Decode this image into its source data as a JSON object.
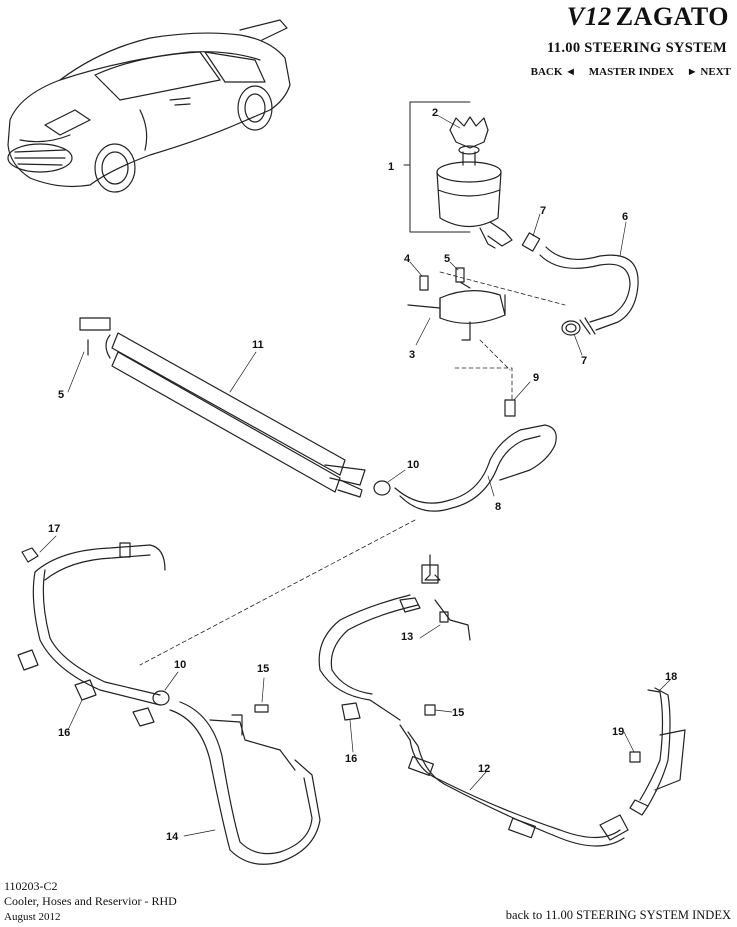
{
  "header": {
    "logo_prefix": "V12",
    "logo_text": "ZAGATO",
    "system_title": "11.00 STEERING SYSTEM",
    "nav": {
      "back": "BACK ◄",
      "master_index": "MASTER INDEX",
      "next": "► NEXT"
    }
  },
  "callouts": [
    {
      "id": "c1",
      "label": "1"
    },
    {
      "id": "c2",
      "label": "2"
    },
    {
      "id": "c3",
      "label": "3"
    },
    {
      "id": "c4",
      "label": "4"
    },
    {
      "id": "c5a",
      "label": "5"
    },
    {
      "id": "c5b",
      "label": "5"
    },
    {
      "id": "c6",
      "label": "6"
    },
    {
      "id": "c7a",
      "label": "7"
    },
    {
      "id": "c7b",
      "label": "7"
    },
    {
      "id": "c8",
      "label": "8"
    },
    {
      "id": "c9",
      "label": "9"
    },
    {
      "id": "c10a",
      "label": "10"
    },
    {
      "id": "c10b",
      "label": "10"
    },
    {
      "id": "c11",
      "label": "11"
    },
    {
      "id": "c12",
      "label": "12"
    },
    {
      "id": "c13",
      "label": "13"
    },
    {
      "id": "c14",
      "label": "14"
    },
    {
      "id": "c15a",
      "label": "15"
    },
    {
      "id": "c15b",
      "label": "15"
    },
    {
      "id": "c16a",
      "label": "16"
    },
    {
      "id": "c16b",
      "label": "16"
    },
    {
      "id": "c17",
      "label": "17"
    },
    {
      "id": "c18",
      "label": "18"
    },
    {
      "id": "c19",
      "label": "19"
    }
  ],
  "footer": {
    "page_code": "110203-C2",
    "page_name": "Cooler, Hoses and Reservior - RHD",
    "date": "August 2012",
    "back_link": "back to 11.00 STEERING SYSTEM INDEX"
  }
}
